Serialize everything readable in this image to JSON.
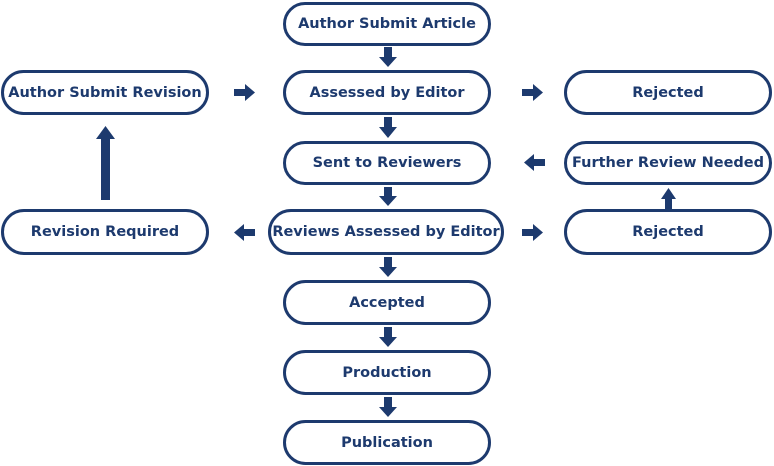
{
  "nodes": {
    "author_submit_article": "Author Submit Article",
    "assessed_by_editor": "Assessed by Editor",
    "sent_to_reviewers": "Sent to Reviewers",
    "reviews_assessed_by_editor": "Reviews Assessed by Editor",
    "accepted": "Accepted",
    "production": "Production",
    "publication": "Publication",
    "author_submit_revision": "Author Submit Revision",
    "revision_required": "Revision Required",
    "rejected_after_assessment": "Rejected",
    "rejected_after_reviews": "Rejected",
    "further_review_needed": "Further Review Needed"
  },
  "colors": {
    "accent": "#1d3a6e",
    "background": "#ffffff"
  }
}
